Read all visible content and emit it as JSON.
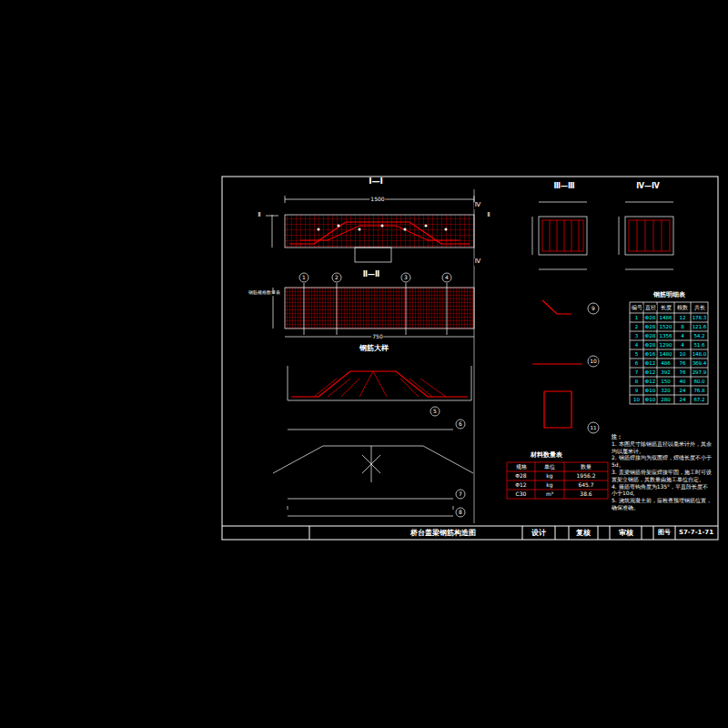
{
  "diagram": {
    "title": "桥台盖梁钢筋构造图",
    "labels": [
      "Ⅰ—Ⅰ",
      "Ⅱ—Ⅱ",
      "钢筋大样",
      "Ⅲ—Ⅲ",
      "Ⅳ—Ⅳ",
      "Ⅱ",
      "Ⅱ",
      "Ⅳ",
      "Ⅳ",
      "1500",
      "750",
      "1",
      "2",
      "3",
      "4",
      "5",
      "6",
      "7",
      "8",
      "9",
      "10",
      "11",
      "钢筋明细表",
      "编号",
      "直径",
      "长度",
      "根数",
      "共长",
      "1",
      "Φ28",
      "1486",
      "12",
      "178.3",
      "2",
      "Φ28",
      "1520",
      "8",
      "121.6",
      "3",
      "Φ28",
      "1356",
      "4",
      "54.2",
      "4",
      "Φ28",
      "1290",
      "4",
      "51.6",
      "5",
      "Φ16",
      "1480",
      "10",
      "148.0",
      "6",
      "Φ12",
      "486",
      "76",
      "369.4",
      "7",
      "Φ12",
      "392",
      "76",
      "297.9",
      "8",
      "Φ12",
      "150",
      "40",
      "60.0",
      "9",
      "Φ10",
      "320",
      "24",
      "76.8",
      "10",
      "Φ10",
      "280",
      "24",
      "67.2",
      "材料数量表",
      "规格",
      "单位",
      "数量",
      "Φ28",
      "kg",
      "1956.2",
      "Φ12",
      "kg",
      "645.7",
      "C30",
      "m³",
      "38.6",
      "注：",
      "1. 本图尺寸除钢筋直径以毫米计外，其余均以厘米计。",
      "2. 钢筋焊接均为双面焊，焊缝长度不小于5d。",
      "3. 盖梁钢筋骨架应焊接牢固，施工时可设置架立钢筋，其数量由施工单位自定。",
      "4. 箍筋弯钩角度为135°，平直段长度不小于10d。",
      "5. 浇筑混凝土前，应检查预埋钢筋位置，确保准确。",
      "钢筋规格数量表",
      "设计",
      "复核",
      "审核",
      "图号",
      "S7-7-1-71"
    ]
  }
}
